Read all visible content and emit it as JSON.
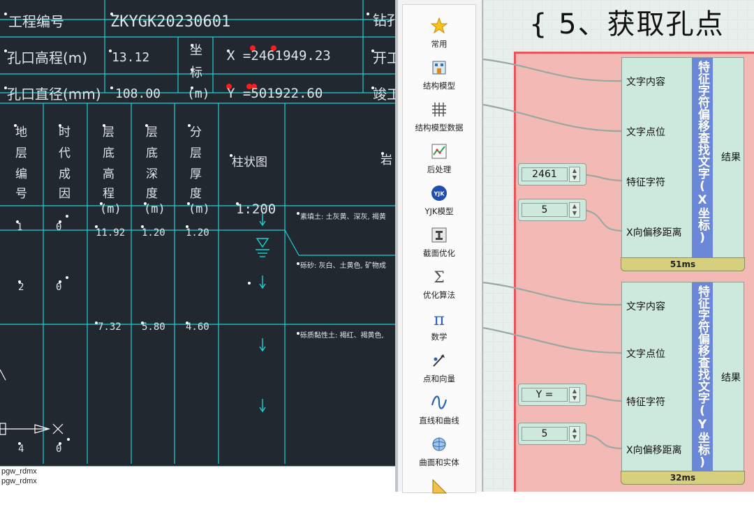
{
  "cad": {
    "labels": {
      "project_no": "工程编号",
      "project_value": "ZKYGK20230601",
      "drill_cut": "钻孔",
      "hole_elev": "孔口高程(m)",
      "hole_elev_value": "13.12",
      "coord_zuo": "坐",
      "coord_biao": "标",
      "coord_unit": "(m)",
      "x_value": "X =2461949.23",
      "y_value": "Y =501922.60",
      "open_cut": "开工",
      "hole_dia": "孔口直径(mm)",
      "hole_dia_value": "108.00",
      "finish_cut": "竣工"
    },
    "columns": [
      {
        "chars": [
          "地",
          "层",
          "编",
          "号"
        ]
      },
      {
        "chars": [
          "时",
          "代",
          "成",
          "因"
        ]
      },
      {
        "chars": [
          "层",
          "底",
          "高",
          "程"
        ]
      },
      {
        "chars": [
          "层",
          "底",
          "深",
          "度"
        ]
      },
      {
        "chars": [
          "分",
          "层",
          "厚",
          "度"
        ]
      }
    ],
    "unit_m": "(m)",
    "column_chart": "柱状图",
    "column_rock": "岩",
    "scale": "1:200",
    "rows": [
      {
        "layer": "1",
        "elev": "11.92",
        "depth": "1.20",
        "thick": "1.20",
        "desc": "素填土: 土灰黄、深灰, 褐黄"
      },
      {
        "layer": "2",
        "desc": "砾砂: 灰白、土黄色, 矿物成"
      },
      {
        "elev": "7.32",
        "depth": "5.80",
        "thick": "4.60",
        "desc": "砾质黏性土: 褐红、褐黄色,"
      },
      {
        "layer": "4"
      }
    ],
    "command_lines": [
      "pgw_rdmx",
      "pgw_rdmx"
    ]
  },
  "toolbar": {
    "items": [
      {
        "label": "常用",
        "icon": "star-icon"
      },
      {
        "label": "结构模型",
        "icon": "building-icon"
      },
      {
        "label": "结构模型数据",
        "icon": "grid-icon"
      },
      {
        "label": "后处理",
        "icon": "chart-icon"
      },
      {
        "label": "YJK模型",
        "icon": "yjk-logo-icon"
      },
      {
        "label": "截面优化",
        "icon": "section-icon"
      },
      {
        "label": "优化算法",
        "icon": "sigma-icon"
      },
      {
        "label": "数学",
        "icon": "pi-icon"
      },
      {
        "label": "点和向量",
        "icon": "point-vector-icon"
      },
      {
        "label": "直线和曲线",
        "icon": "curve-icon"
      },
      {
        "label": "曲面和实体",
        "icon": "surface-icon"
      }
    ]
  },
  "canvas": {
    "heading": "{ 5、获取孔点",
    "components": [
      {
        "title": "特征字符偏移查找文字(X坐标)",
        "inputs": [
          "文字内容",
          "文字点位",
          "特征字符",
          "X向偏移距离"
        ],
        "output": "结果",
        "timer": "51ms",
        "sliders": [
          "2461",
          "5"
        ]
      },
      {
        "title": "特征字符偏移查找文字(Y坐标)",
        "inputs": [
          "文字内容",
          "文字点位",
          "特征字符",
          "X向偏移距离"
        ],
        "output": "结果",
        "timer": "32ms",
        "sliders": [
          "Y =",
          "5"
        ]
      }
    ]
  },
  "colors": {
    "cad_bg": "#212830",
    "cad_line": "#1ad3d8",
    "group_fill": "#f2b9b5",
    "group_border": "#e8555a",
    "component_fill": "#cde9dd",
    "title_bar": "#6b88d8",
    "timer_fill": "#d5cf7e"
  }
}
